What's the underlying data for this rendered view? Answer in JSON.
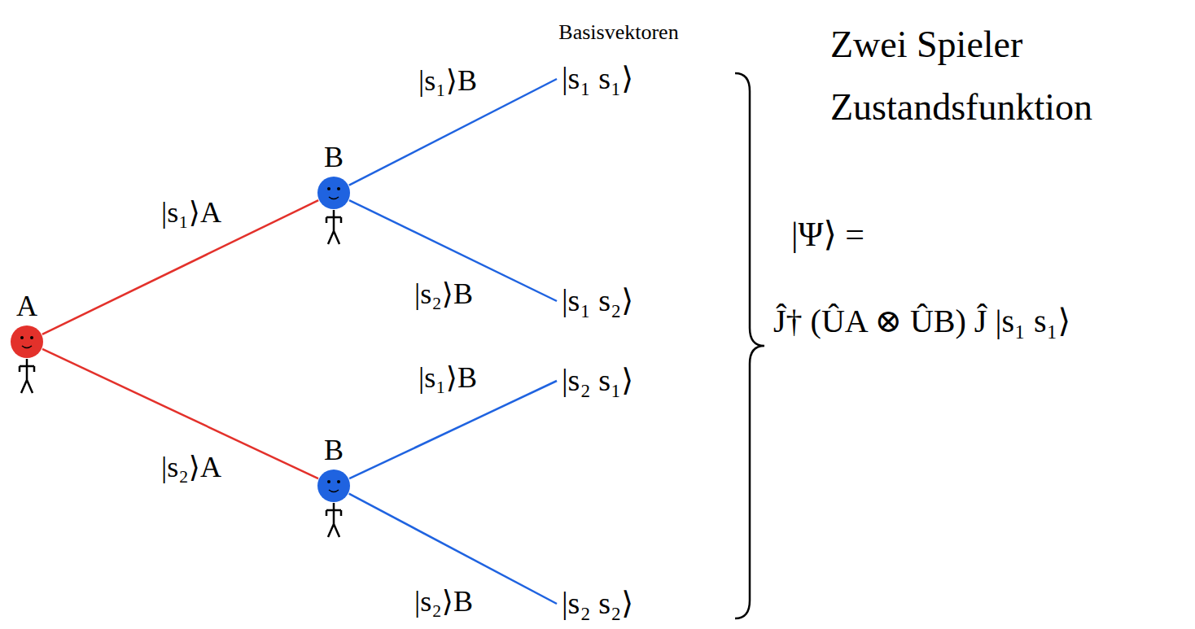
{
  "diagram": {
    "title": "Basisvektoren",
    "nodes": [
      {
        "text": [
          "A"
        ]
      },
      {
        "text": [
          "B"
        ]
      },
      {
        "text": [
          "B"
        ]
      },
      {
        "text": [
          "|s₁ s₁⟩"
        ]
      },
      {
        "text": [
          "|s₁ s₂⟩"
        ]
      },
      {
        "text": [
          "|s₂ s₁⟩"
        ]
      },
      {
        "text": [
          "|s₂ s₂⟩"
        ]
      }
    ],
    "edges": [
      {
        "from": 0,
        "to": 1,
        "arrow": "none",
        "label": "|s₁⟩A"
      },
      {
        "from": 0,
        "to": 2,
        "arrow": "none",
        "label": "|s₂⟩A"
      },
      {
        "from": 1,
        "to": 3,
        "arrow": "none",
        "label": "|s₁⟩B"
      },
      {
        "from": 1,
        "to": 4,
        "arrow": "none",
        "label": "|s₂⟩B"
      },
      {
        "from": 2,
        "to": 5,
        "arrow": "none",
        "label": "|s₁⟩B"
      },
      {
        "from": 2,
        "to": 6,
        "arrow": "none",
        "label": "|s₂⟩B"
      }
    ],
    "labels": [
      "Zwei Spieler",
      "Zustandsfunktion",
      "|Ψ⟩ =",
      "Ĵ† (ÛA ⊗ ÛB) Ĵ |s₁ s₁⟩"
    ]
  }
}
